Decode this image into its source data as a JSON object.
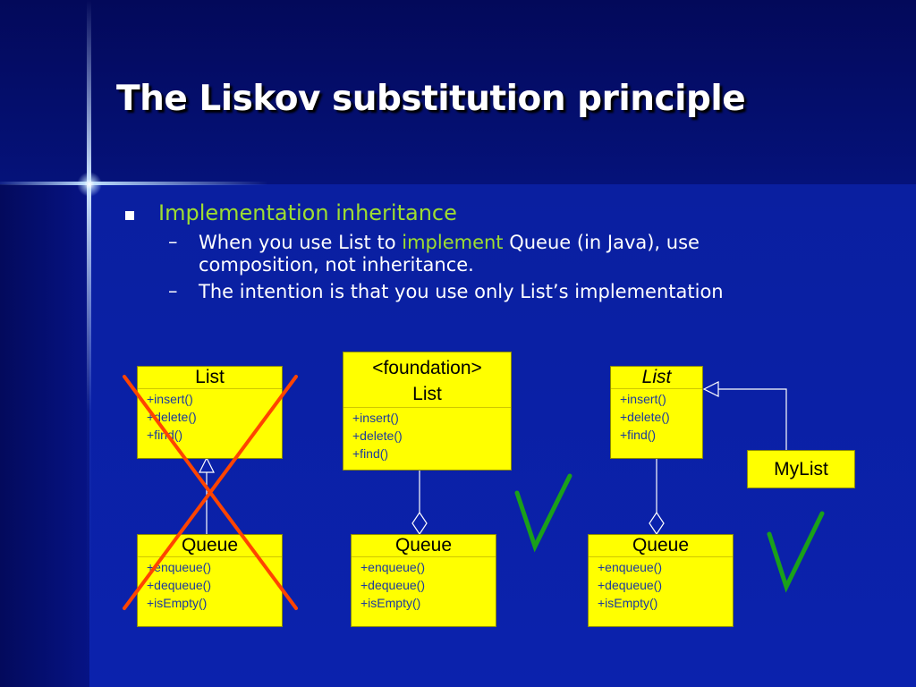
{
  "slide": {
    "title": "The Liskov substitution principle",
    "bullet": "Implementation inheritance",
    "sub1_pre": "When you use List to ",
    "sub1_hl": "implement",
    "sub1_post": " Queue (in Java), use",
    "sub1_line2": "composition, not inheritance.",
    "sub2": "The intention is that you use only List’s implementation",
    "dash": "–"
  },
  "diagrams": {
    "left": {
      "list": {
        "name": "List",
        "ops": [
          "+insert()",
          "+delete()",
          "+find()"
        ]
      },
      "queue": {
        "name": "Queue",
        "ops": [
          "+enqueue()",
          "+dequeue()",
          "+isEmpty()"
        ]
      }
    },
    "middle": {
      "list": {
        "stereotype": "<foundation>",
        "name": "List",
        "ops": [
          "+insert()",
          "+delete()",
          "+find()"
        ]
      },
      "queue": {
        "name": "Queue",
        "ops": [
          "+enqueue()",
          "+dequeue()",
          "+isEmpty()"
        ]
      }
    },
    "right": {
      "list": {
        "name": "List",
        "ops": [
          "+insert()",
          "+delete()",
          "+find()"
        ]
      },
      "mylist": {
        "name": "MyList"
      },
      "queue": {
        "name": "Queue",
        "ops": [
          "+enqueue()",
          "+dequeue()",
          "+isEmpty()"
        ]
      }
    }
  },
  "colors": {
    "box": "#ffff00",
    "cross": "#ff4400",
    "check": "#1aa01a",
    "highlight": "#9ede30"
  }
}
